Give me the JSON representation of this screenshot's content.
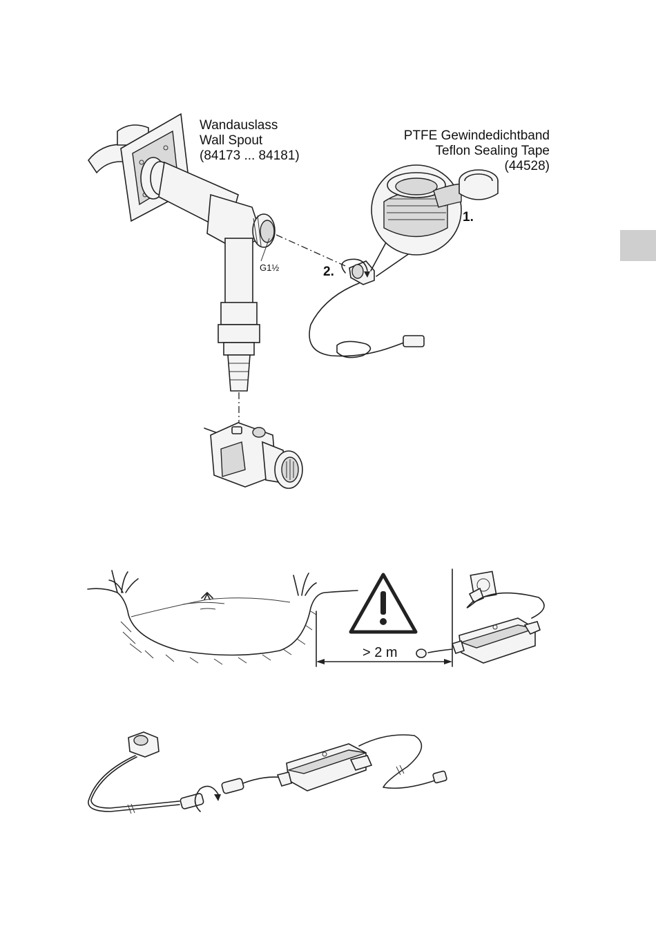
{
  "figure1": {
    "wall_spout_label": [
      "Wandauslass",
      "Wall Spout",
      "(84173 ... 84181)"
    ],
    "tape_label": [
      "PTFE Gewindedichtband",
      "Teflon Sealing Tape",
      "(44528)"
    ],
    "thread_label": "G1½",
    "step1": "1.",
    "step2": "2."
  },
  "figure2": {
    "distance_label": "> 2 m",
    "warning_glyph": "!"
  },
  "icons": [
    "warning-triangle-icon",
    "rotate-arrow-icon",
    "power-plug-icon"
  ],
  "colors": {
    "line": "#222222",
    "tab": "#cfcfcf",
    "background": "#ffffff"
  }
}
